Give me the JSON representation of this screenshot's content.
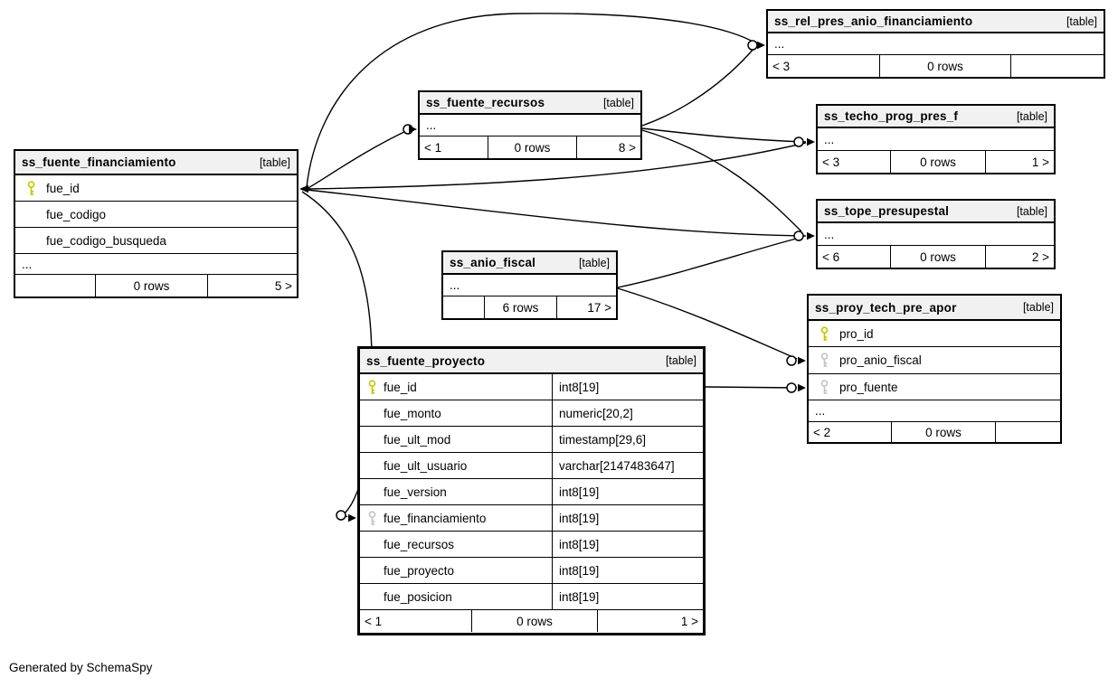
{
  "note": {
    "generated_by": "Generated by SchemaSpy"
  },
  "colors": {
    "primary_key": "#c6c600",
    "foreign_key": "#c4c4c4",
    "header_bg": "#f1f1f1",
    "line": "#000000"
  },
  "tables": [
    {
      "name": "ss_fuente_financiamiento",
      "tag": "[table]",
      "more": "...",
      "columns": [
        {
          "name": "fue_id",
          "key": "pk"
        },
        {
          "name": "fue_codigo"
        },
        {
          "name": "fue_codigo_busqueda"
        }
      ],
      "footer": {
        "left": "",
        "center": "0 rows",
        "right": "5 >"
      }
    },
    {
      "name": "ss_fuente_recursos",
      "tag": "[table]",
      "more": "...",
      "columns": [],
      "footer": {
        "left": "< 1",
        "center": "0 rows",
        "right": "8 >"
      }
    },
    {
      "name": "ss_rel_pres_anio_financiamiento",
      "tag": "[table]",
      "more": "...",
      "columns": [],
      "footer": {
        "left": "< 3",
        "center": "0 rows",
        "right": ""
      }
    },
    {
      "name": "ss_techo_prog_pres_f",
      "tag": "[table]",
      "more": "...",
      "columns": [],
      "footer": {
        "left": "< 3",
        "center": "0 rows",
        "right": "1 >"
      }
    },
    {
      "name": "ss_tope_presupestal",
      "tag": "[table]",
      "more": "...",
      "columns": [],
      "footer": {
        "left": "< 6",
        "center": "0 rows",
        "right": "2 >"
      }
    },
    {
      "name": "ss_anio_fiscal",
      "tag": "[table]",
      "more": "...",
      "columns": [],
      "footer": {
        "left": "",
        "center": "6 rows",
        "right": "17 >"
      }
    },
    {
      "name": "ss_proy_tech_pre_apor",
      "tag": "[table]",
      "more": "...",
      "columns": [
        {
          "name": "pro_id",
          "key": "pk"
        },
        {
          "name": "pro_anio_fiscal",
          "key": "fk"
        },
        {
          "name": "pro_fuente",
          "key": "fk"
        }
      ],
      "footer": {
        "left": "< 2",
        "center": "0 rows",
        "right": ""
      }
    },
    {
      "name": "ss_fuente_proyecto",
      "tag": "[table]",
      "columns": [
        {
          "name": "fue_id",
          "key": "pk",
          "type": "int8[19]"
        },
        {
          "name": "fue_monto",
          "type": "numeric[20,2]"
        },
        {
          "name": "fue_ult_mod",
          "type": "timestamp[29,6]"
        },
        {
          "name": "fue_ult_usuario",
          "type": "varchar[2147483647]"
        },
        {
          "name": "fue_version",
          "type": "int8[19]"
        },
        {
          "name": "fue_financiamiento",
          "key": "fk",
          "type": "int8[19]"
        },
        {
          "name": "fue_recursos",
          "type": "int8[19]"
        },
        {
          "name": "fue_proyecto",
          "type": "int8[19]"
        },
        {
          "name": "fue_posicion",
          "type": "int8[19]"
        }
      ],
      "footer": {
        "left": "< 1",
        "center": "0 rows",
        "right": "1 >"
      }
    }
  ],
  "relationships": [
    {
      "from": "ss_fuente_financiamiento.fue_id",
      "to": "ss_fuente_recursos"
    },
    {
      "from": "ss_fuente_financiamiento.fue_id",
      "to": "ss_rel_pres_anio_financiamiento"
    },
    {
      "from": "ss_fuente_recursos",
      "to": "ss_rel_pres_anio_financiamiento"
    },
    {
      "from": "ss_fuente_financiamiento.fue_id",
      "to": "ss_techo_prog_pres_f"
    },
    {
      "from": "ss_fuente_recursos",
      "to": "ss_techo_prog_pres_f"
    },
    {
      "from": "ss_fuente_financiamiento.fue_id",
      "to": "ss_tope_presupestal"
    },
    {
      "from": "ss_fuente_recursos",
      "to": "ss_tope_presupestal"
    },
    {
      "from": "ss_anio_fiscal",
      "to": "ss_tope_presupestal"
    },
    {
      "from": "ss_anio_fiscal",
      "to": "ss_proy_tech_pre_apor.pro_anio_fiscal"
    },
    {
      "from": "ss_fuente_proyecto.fue_id",
      "to": "ss_proy_tech_pre_apor.pro_fuente"
    },
    {
      "from": "ss_fuente_financiamiento.fue_id",
      "to": "ss_fuente_proyecto.fue_financiamiento"
    }
  ]
}
